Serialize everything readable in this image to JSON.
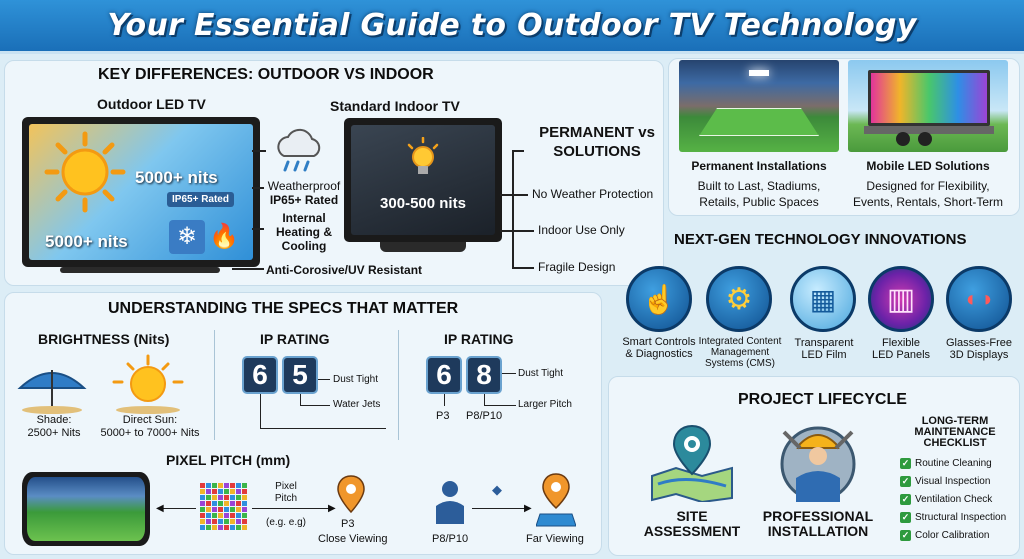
{
  "header": {
    "title": "Your Essential Guide to Outdoor TV Technology"
  },
  "differences": {
    "title": "KEY DIFFERENCES: OUTDOOR VS INDOOR",
    "outdoor_title": "Outdoor LED TV",
    "indoor_title": "Standard Indoor TV",
    "outdoor_nits_top": "5000+ nits",
    "outdoor_ip_badge": "IP65+ Rated",
    "outdoor_nits_bottom": "5000+ nits",
    "indoor_nits": "300-500 nits",
    "outdoor_features": [
      "Weatherproof",
      "IP65+ Rated",
      "Internal",
      "Heating &",
      "Cooling",
      "Anti-Corosive/UV Resistant"
    ],
    "permanent_vs": "PERMANENT vs",
    "solutions": "SOLUTIONS",
    "indoor_features": [
      "No Weather Protection",
      "Indoor Use Only",
      "Fragile Design"
    ]
  },
  "installations": {
    "permanent": {
      "title": "Permanent Installations",
      "desc1": "Built to Last, Stadiums,",
      "desc2": "Retails, Public Spaces"
    },
    "mobile": {
      "title": "Mobile LED Solutions",
      "desc1": "Designed for Flexibility,",
      "desc2": "Events, Rentals, Short-Term"
    }
  },
  "innovations": {
    "title": "NEXT-GEN TECHNOLOGY INNOVATIONS",
    "items": [
      {
        "label1": "Smart Controls",
        "label2": "& Diagnostics",
        "label3": "",
        "icon": "touch-icon"
      },
      {
        "label1": "Integrated Content",
        "label2": "Management",
        "label3": "Systems (CMS)",
        "icon": "cms-gear-icon"
      },
      {
        "label1": "Transparent",
        "label2": "LED Film",
        "label3": "",
        "icon": "glass-building-icon"
      },
      {
        "label1": "Flexible",
        "label2": "LED Panels",
        "label3": "",
        "icon": "curved-panel-icon"
      },
      {
        "label1": "Glasses-Free",
        "label2": "3D Displays",
        "label3": "",
        "icon": "3d-glasses-icon"
      }
    ]
  },
  "specs": {
    "title": "UNDERSTANDING THE SPECS THAT MATTER",
    "brightness": {
      "title": "BRIGHTNESS (Nits)",
      "shade": "Shade:",
      "shade_val": "2500+ Nits",
      "sun": "Direct Sun:",
      "sun_val": "5000+ to 7000+ Nits"
    },
    "ip1": {
      "title": "IP RATING",
      "d1": "6",
      "d2": "5",
      "label1": "Dust Tight",
      "label2": "Water Jets"
    },
    "ip2": {
      "title": "IP RATING",
      "d1": "6",
      "d2": "8",
      "label1": "Dust Tight",
      "label2": "Larger Pitch",
      "sub1": "P3",
      "sub2": "P8/P10"
    },
    "pitch": {
      "title": "PIXEL PITCH (mm)",
      "pixel_pitch": "Pixel",
      "pitch_word": "Pitch",
      "eg": "(e.g. e.g)",
      "p3": "P3",
      "close": "Close Viewing",
      "p8": "P8/P10",
      "far": "Far Viewing"
    }
  },
  "lifecycle": {
    "title": "PROJECT LIFECYCLE",
    "site1": "SITE",
    "site2": "ASSESSMENT",
    "inst1": "PROFESSIONAL",
    "inst2": "INSTALLATION",
    "checklist_title1": "LONG-TERM",
    "checklist_title2": "MAINTENANCE",
    "checklist_title3": "CHECKLIST",
    "checklist": [
      "Routine Cleaning",
      "Visual Inspection",
      "Ventilation Check",
      "Structural Inspection",
      "Color Calibration"
    ]
  },
  "colors": {
    "banner": "#1a6fb8",
    "panel": "#eef6fb",
    "digit_bg": "#1e3a5c",
    "check": "#2e9a3e"
  }
}
